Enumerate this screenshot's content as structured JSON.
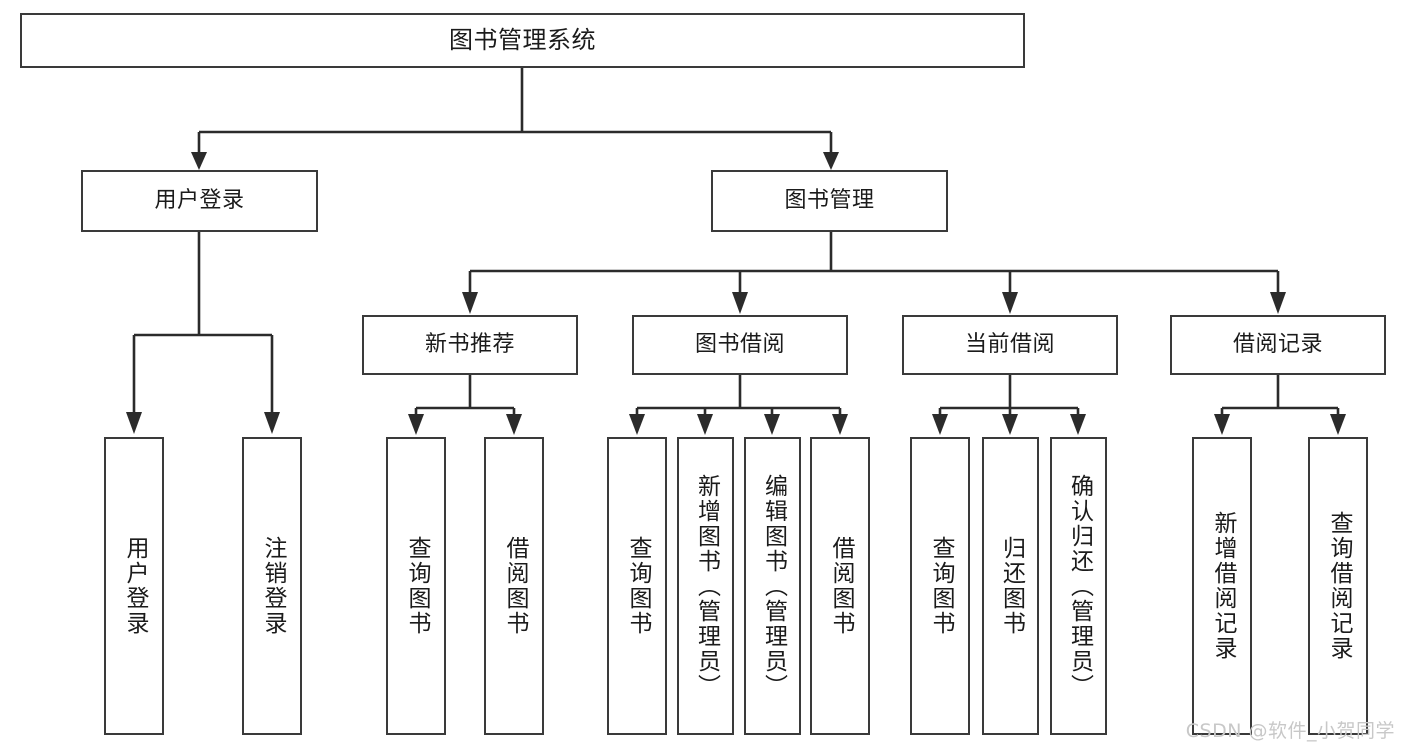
{
  "diagram": {
    "type": "tree",
    "title": "图书管理系统",
    "orientation": "top-down",
    "colors": {
      "box_border": "#3a3a3a",
      "box_fill": "#ffffff",
      "connector": "#2b2b2b",
      "text": "#1b1b1b",
      "watermark": "#c8c8c8",
      "background": "#ffffff"
    }
  },
  "root": {
    "label": "图书管理系统"
  },
  "level1": [
    {
      "label": "用户登录"
    },
    {
      "label": "图书管理"
    }
  ],
  "level2": [
    {
      "label": "新书推荐"
    },
    {
      "label": "图书借阅"
    },
    {
      "label": "当前借阅"
    },
    {
      "label": "借阅记录"
    }
  ],
  "leaves": {
    "user_login": [
      {
        "label": "用户登录"
      },
      {
        "label": "注销登录"
      }
    ],
    "new_book": [
      {
        "label": "查询图书"
      },
      {
        "label": "借阅图书"
      }
    ],
    "borrow": [
      {
        "label": "查询图书"
      },
      {
        "label": "新增图书（管理员）"
      },
      {
        "label": "编辑图书（管理员）"
      },
      {
        "label": "借阅图书"
      }
    ],
    "current": [
      {
        "label": "查询图书"
      },
      {
        "label": "归还图书"
      },
      {
        "label": "确认归还（管理员）"
      }
    ],
    "records": [
      {
        "label": "新增借阅记录"
      },
      {
        "label": "查询借阅记录"
      }
    ]
  },
  "watermark": {
    "text": "CSDN @软件_小贺同学"
  }
}
